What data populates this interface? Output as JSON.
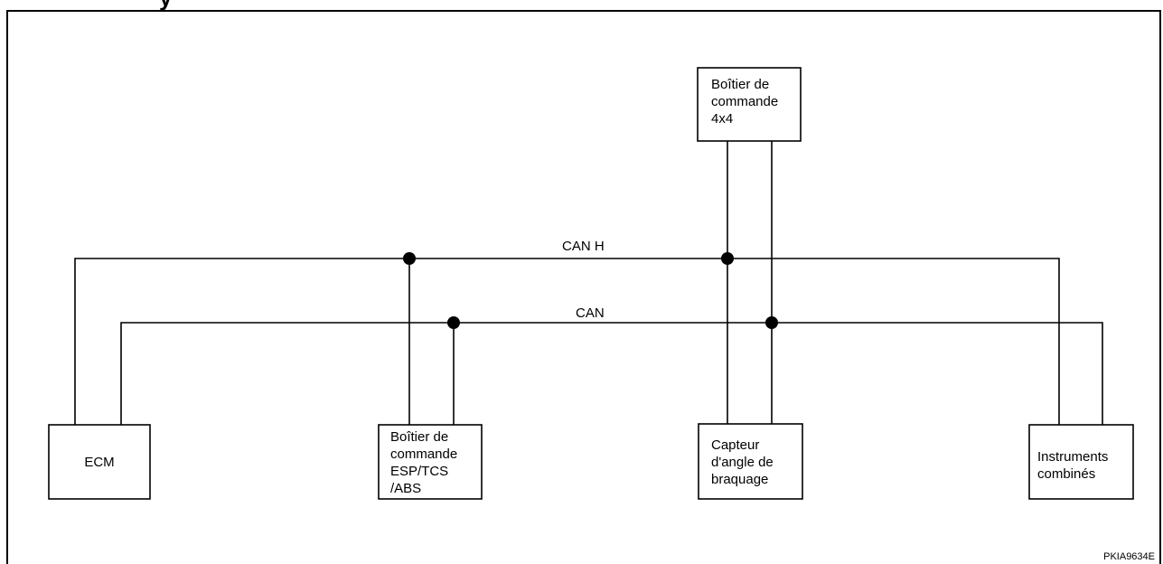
{
  "header": {
    "title_fragment": "y"
  },
  "bus_lines": {
    "can_h_label": "CAN H",
    "can_l_label": "CAN"
  },
  "modules": {
    "control_4x4": [
      "Boîtier de",
      "commande",
      "4x4"
    ],
    "ecm": [
      "ECM"
    ],
    "esp_tcs_abs": [
      "Boîtier de",
      "commande",
      "ESP/TCS",
      "/ABS"
    ],
    "steering_sensor": [
      "Capteur",
      "d'angle de",
      "braquage"
    ],
    "instruments": [
      "Instruments",
      "combinés"
    ]
  },
  "figure_code": "PKIA9634E"
}
